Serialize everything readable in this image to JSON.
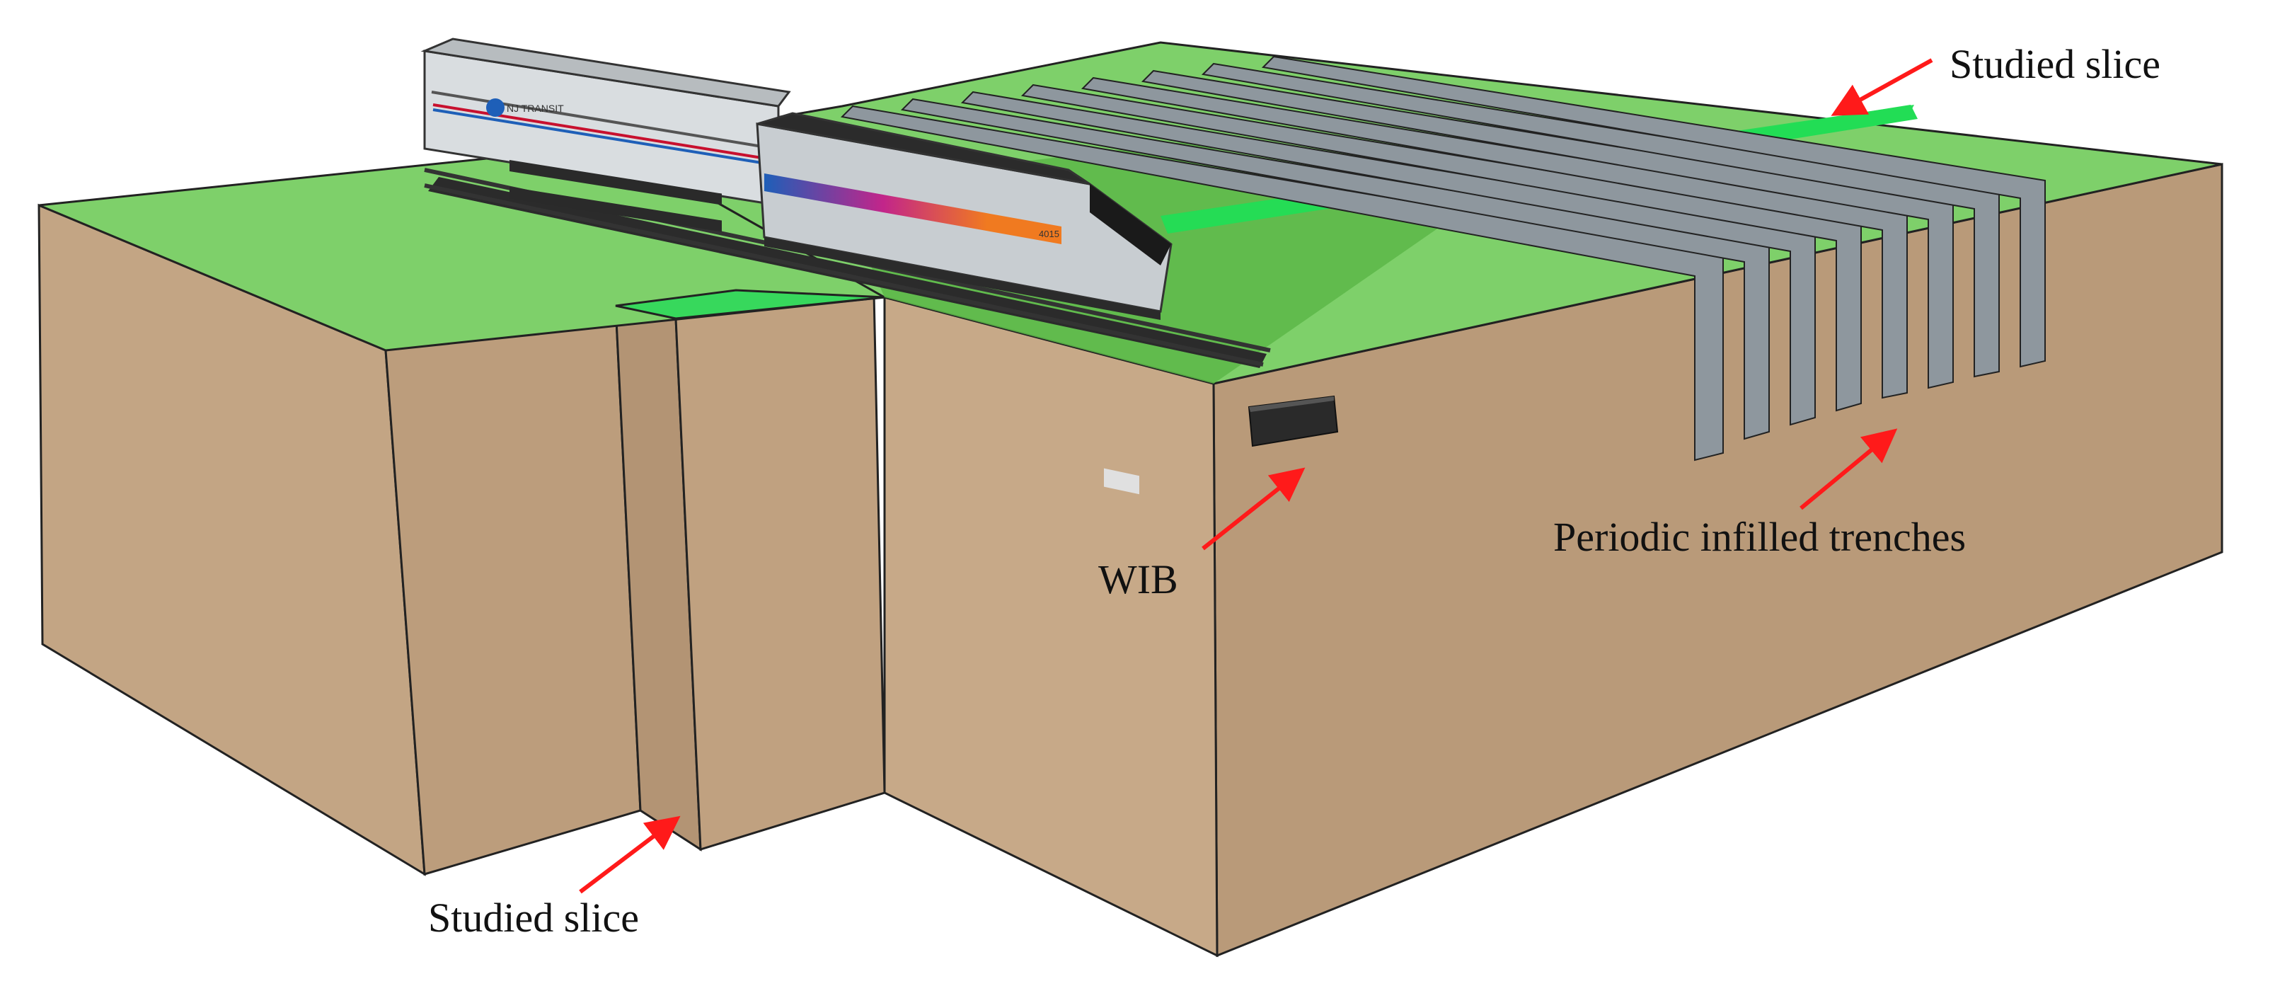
{
  "labels": {
    "studied_slice_top": "Studied slice",
    "studied_slice_bottom": "Studied slice",
    "wib": "WIB",
    "trenches": "Periodic infilled trenches"
  },
  "train": {
    "car_logo_text": "NJ TRANSIT",
    "loco_number": "4015"
  },
  "colors": {
    "ground_top": "#7fd06a",
    "ground_top_shade": "#5fb548",
    "studied_slice": "#22dd55",
    "soil_front": "#c6a888",
    "soil_side": "#b89978",
    "soil_left": "#bd9f80",
    "edge": "#222222",
    "arrow": "#ff1a1a",
    "trench_fill": "#8e979e",
    "trench_top": "#6e767c",
    "wib": "#2a2a2a",
    "track_rail": "#333333",
    "train_body": "#d9dde0",
    "loco_body": "#c8cdd1"
  }
}
